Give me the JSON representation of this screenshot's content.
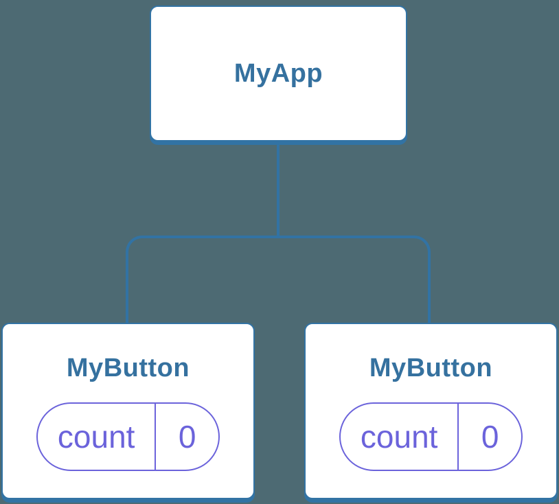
{
  "colors": {
    "background": "#4D6A73",
    "connector_blue": "#3273A4",
    "card_background": "#FFFFFF",
    "title_blue": "#35719F",
    "state_purple": "#6B63DB"
  },
  "diagram": {
    "type": "component-tree",
    "root": {
      "label": "MyApp"
    },
    "children": [
      {
        "label": "MyButton",
        "state": {
          "key": "count",
          "value": "0"
        }
      },
      {
        "label": "MyButton",
        "state": {
          "key": "count",
          "value": "0"
        }
      }
    ]
  }
}
